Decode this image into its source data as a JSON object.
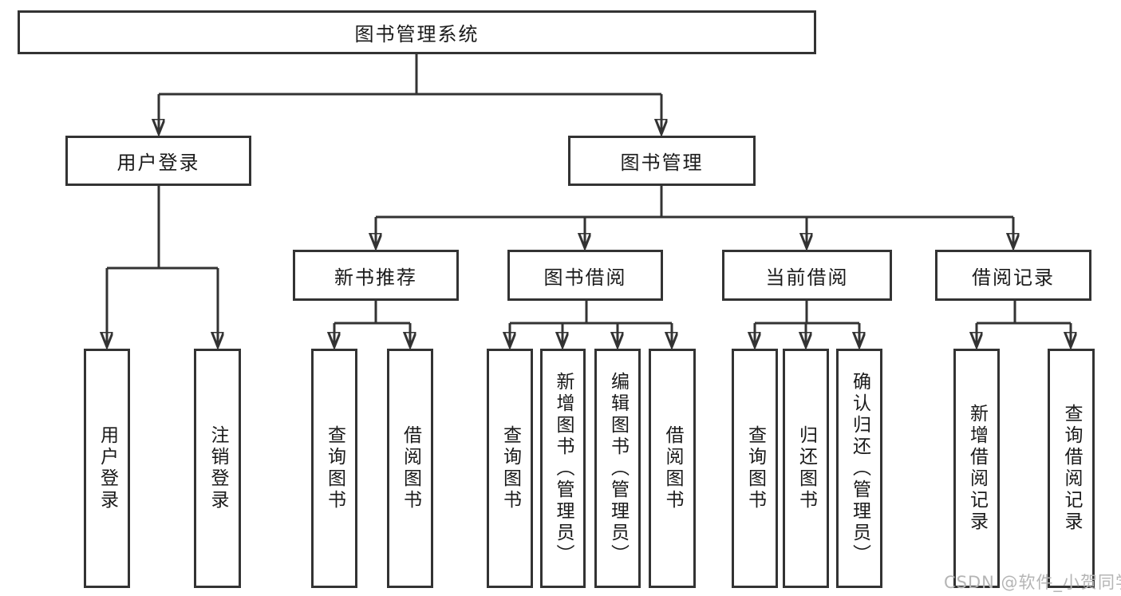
{
  "colors": {
    "line": "#333333",
    "box_border": "#333333",
    "text": "#1a1a1a",
    "watermark": "#b5b5b5",
    "background": "#ffffff"
  },
  "watermark": {
    "text": "CSDN @软件_小贺同学"
  },
  "hierarchy": {
    "label": "图书管理系统",
    "children": [
      {
        "label": "用户登录",
        "children": [
          {
            "label": "用户登录"
          },
          {
            "label": "注销登录"
          }
        ]
      },
      {
        "label": "图书管理",
        "children": [
          {
            "label": "新书推荐",
            "children": [
              {
                "label": "查询图书"
              },
              {
                "label": "借阅图书"
              }
            ]
          },
          {
            "label": "图书借阅",
            "children": [
              {
                "label": "查询图书"
              },
              {
                "label": "新增图书（管理员）"
              },
              {
                "label": "编辑图书（管理员）"
              },
              {
                "label": "借阅图书"
              }
            ]
          },
          {
            "label": "当前借阅",
            "children": [
              {
                "label": "查询图书"
              },
              {
                "label": "归还图书"
              },
              {
                "label": "确认归还（管理员）"
              }
            ]
          },
          {
            "label": "借阅记录",
            "children": [
              {
                "label": "新增借阅记录"
              },
              {
                "label": "查询借阅记录"
              }
            ]
          }
        ]
      }
    ]
  }
}
